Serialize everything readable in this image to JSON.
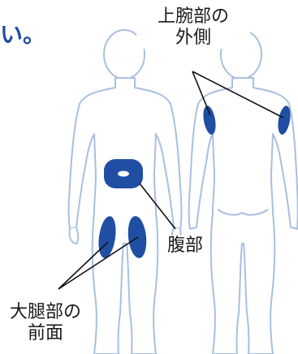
{
  "colors": {
    "outline": "#a9bfe0",
    "site_fill": "#1f4ea3",
    "leader": "#111111",
    "text": "#1a1a1a",
    "accent_text": "#1f4ea3"
  },
  "top_fragment": "い。",
  "labels": {
    "upper_arm": {
      "line1": "上腕部の",
      "line2": "外側"
    },
    "abdomen": {
      "line1": "腹部"
    },
    "thigh": {
      "line1": "大腿部の",
      "line2": "前面"
    }
  }
}
